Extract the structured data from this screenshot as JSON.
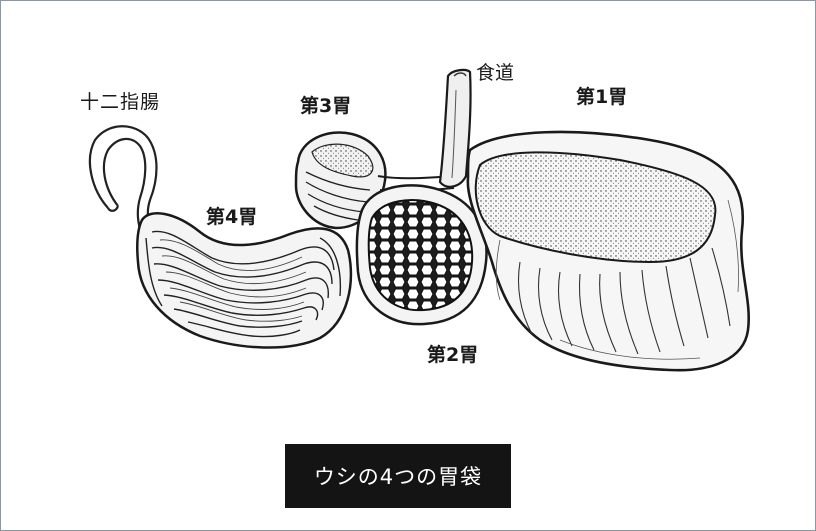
{
  "labels": {
    "duodenum": "十二指腸",
    "esophagus": "食道",
    "stomach1": "第1胃",
    "stomach2": "第2胃",
    "stomach3": "第3胃",
    "stomach4": "第4胃"
  },
  "caption": "ウシの4つの胃袋",
  "colors": {
    "ink": "#1a1a1a",
    "caption_bg": "#141414",
    "caption_text": "#ffffff",
    "frame_border": "#8a96a3"
  }
}
